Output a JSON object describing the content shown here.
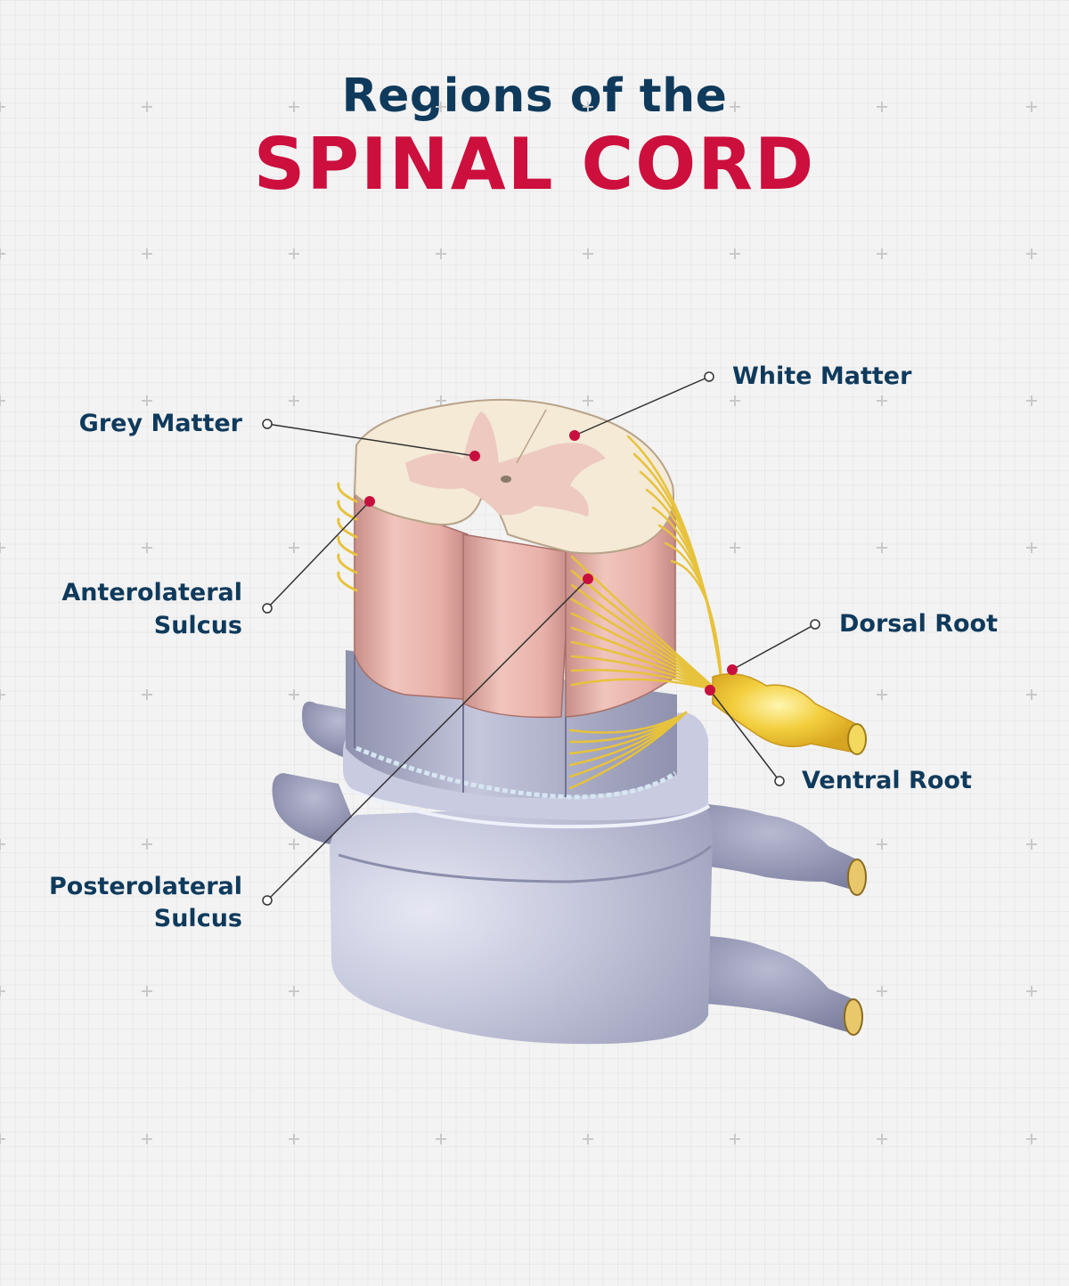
{
  "header": {
    "line1": "Regions of the",
    "line2": "SPINAL CORD"
  },
  "labels": {
    "white_matter": "White Matter",
    "grey_matter": "Grey Matter",
    "anterolateral_1": "Anterolateral",
    "anterolateral_2": "Sulcus",
    "dorsal_root": "Dorsal Root",
    "ventral_root": "Ventral Root",
    "posterolateral_1": "Posterolateral",
    "posterolateral_2": "Sulcus"
  },
  "colors": {
    "navy": "#0f3a5c",
    "crimson": "#cc0f3d",
    "pointer": "#c8103e",
    "cream": "#f4ead6",
    "grey_matter": "#eec9c0",
    "column_pink": "#e8b3ab",
    "vertebra": "#b9bbd3",
    "nerve": "#e7c23c"
  }
}
